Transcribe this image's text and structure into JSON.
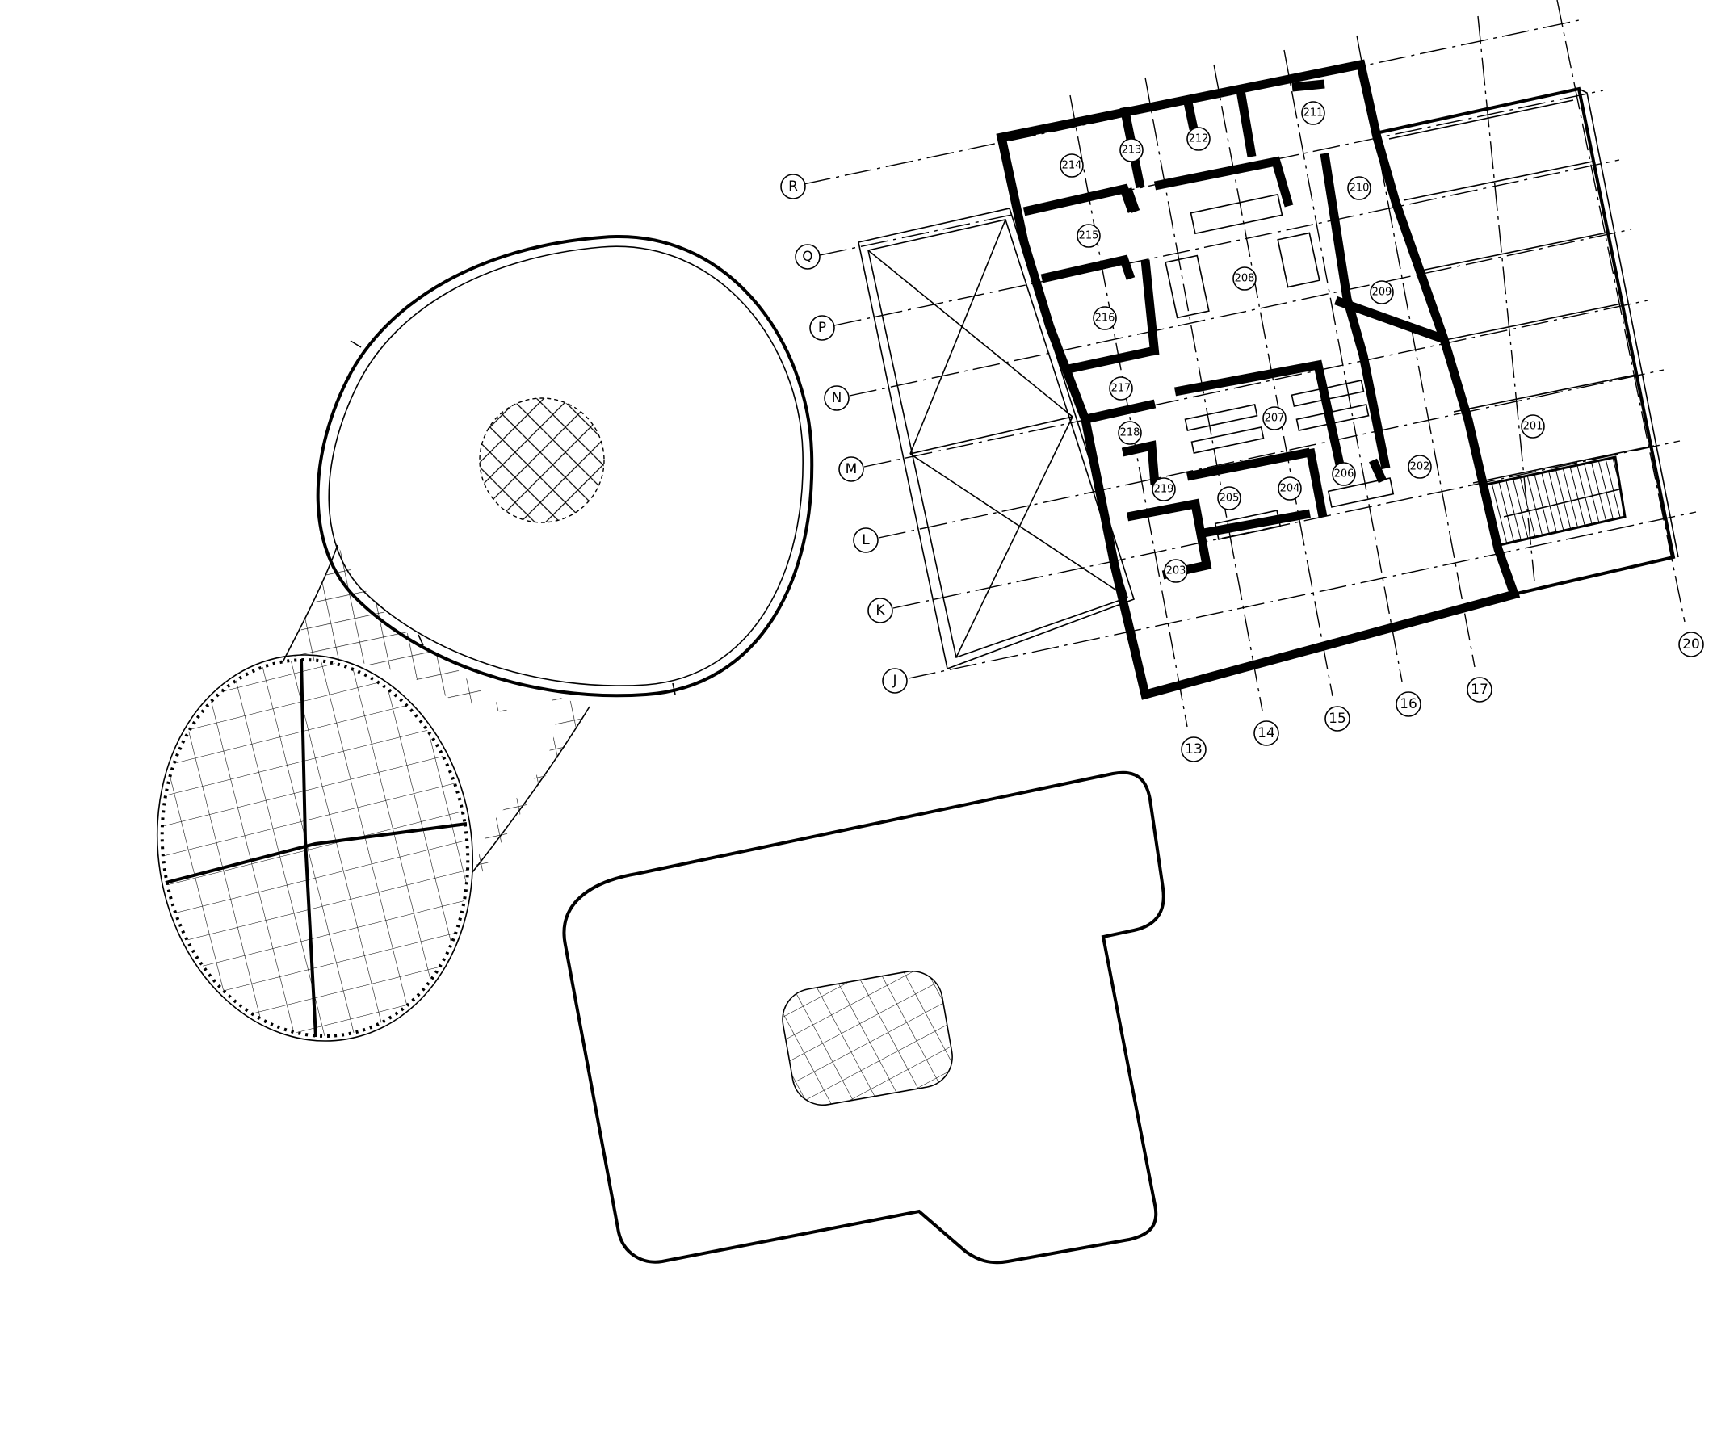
{
  "drawing": {
    "grid_rows": [
      {
        "id": "row-r",
        "label": "R"
      },
      {
        "id": "row-q",
        "label": "Q"
      },
      {
        "id": "row-p",
        "label": "P"
      },
      {
        "id": "row-n",
        "label": "N"
      },
      {
        "id": "row-m",
        "label": "M"
      },
      {
        "id": "row-l",
        "label": "L"
      },
      {
        "id": "row-k",
        "label": "K"
      },
      {
        "id": "row-j",
        "label": "J"
      }
    ],
    "grid_cols": [
      {
        "id": "col-13",
        "label": "13"
      },
      {
        "id": "col-14",
        "label": "14"
      },
      {
        "id": "col-15",
        "label": "15"
      },
      {
        "id": "col-16",
        "label": "16"
      },
      {
        "id": "col-17",
        "label": "17"
      },
      {
        "id": "col-20",
        "label": "20"
      }
    ],
    "rooms": [
      {
        "id": "201",
        "label": "201"
      },
      {
        "id": "202",
        "label": "202"
      },
      {
        "id": "203",
        "label": "203"
      },
      {
        "id": "204",
        "label": "204"
      },
      {
        "id": "205",
        "label": "205"
      },
      {
        "id": "206",
        "label": "206"
      },
      {
        "id": "207",
        "label": "207"
      },
      {
        "id": "208",
        "label": "208"
      },
      {
        "id": "209",
        "label": "209"
      },
      {
        "id": "210",
        "label": "210"
      },
      {
        "id": "211",
        "label": "211"
      },
      {
        "id": "212",
        "label": "212"
      },
      {
        "id": "213",
        "label": "213"
      },
      {
        "id": "214",
        "label": "214"
      },
      {
        "id": "215",
        "label": "215"
      },
      {
        "id": "216",
        "label": "216"
      },
      {
        "id": "217",
        "label": "217"
      },
      {
        "id": "218",
        "label": "218"
      },
      {
        "id": "219",
        "label": "219"
      }
    ]
  }
}
